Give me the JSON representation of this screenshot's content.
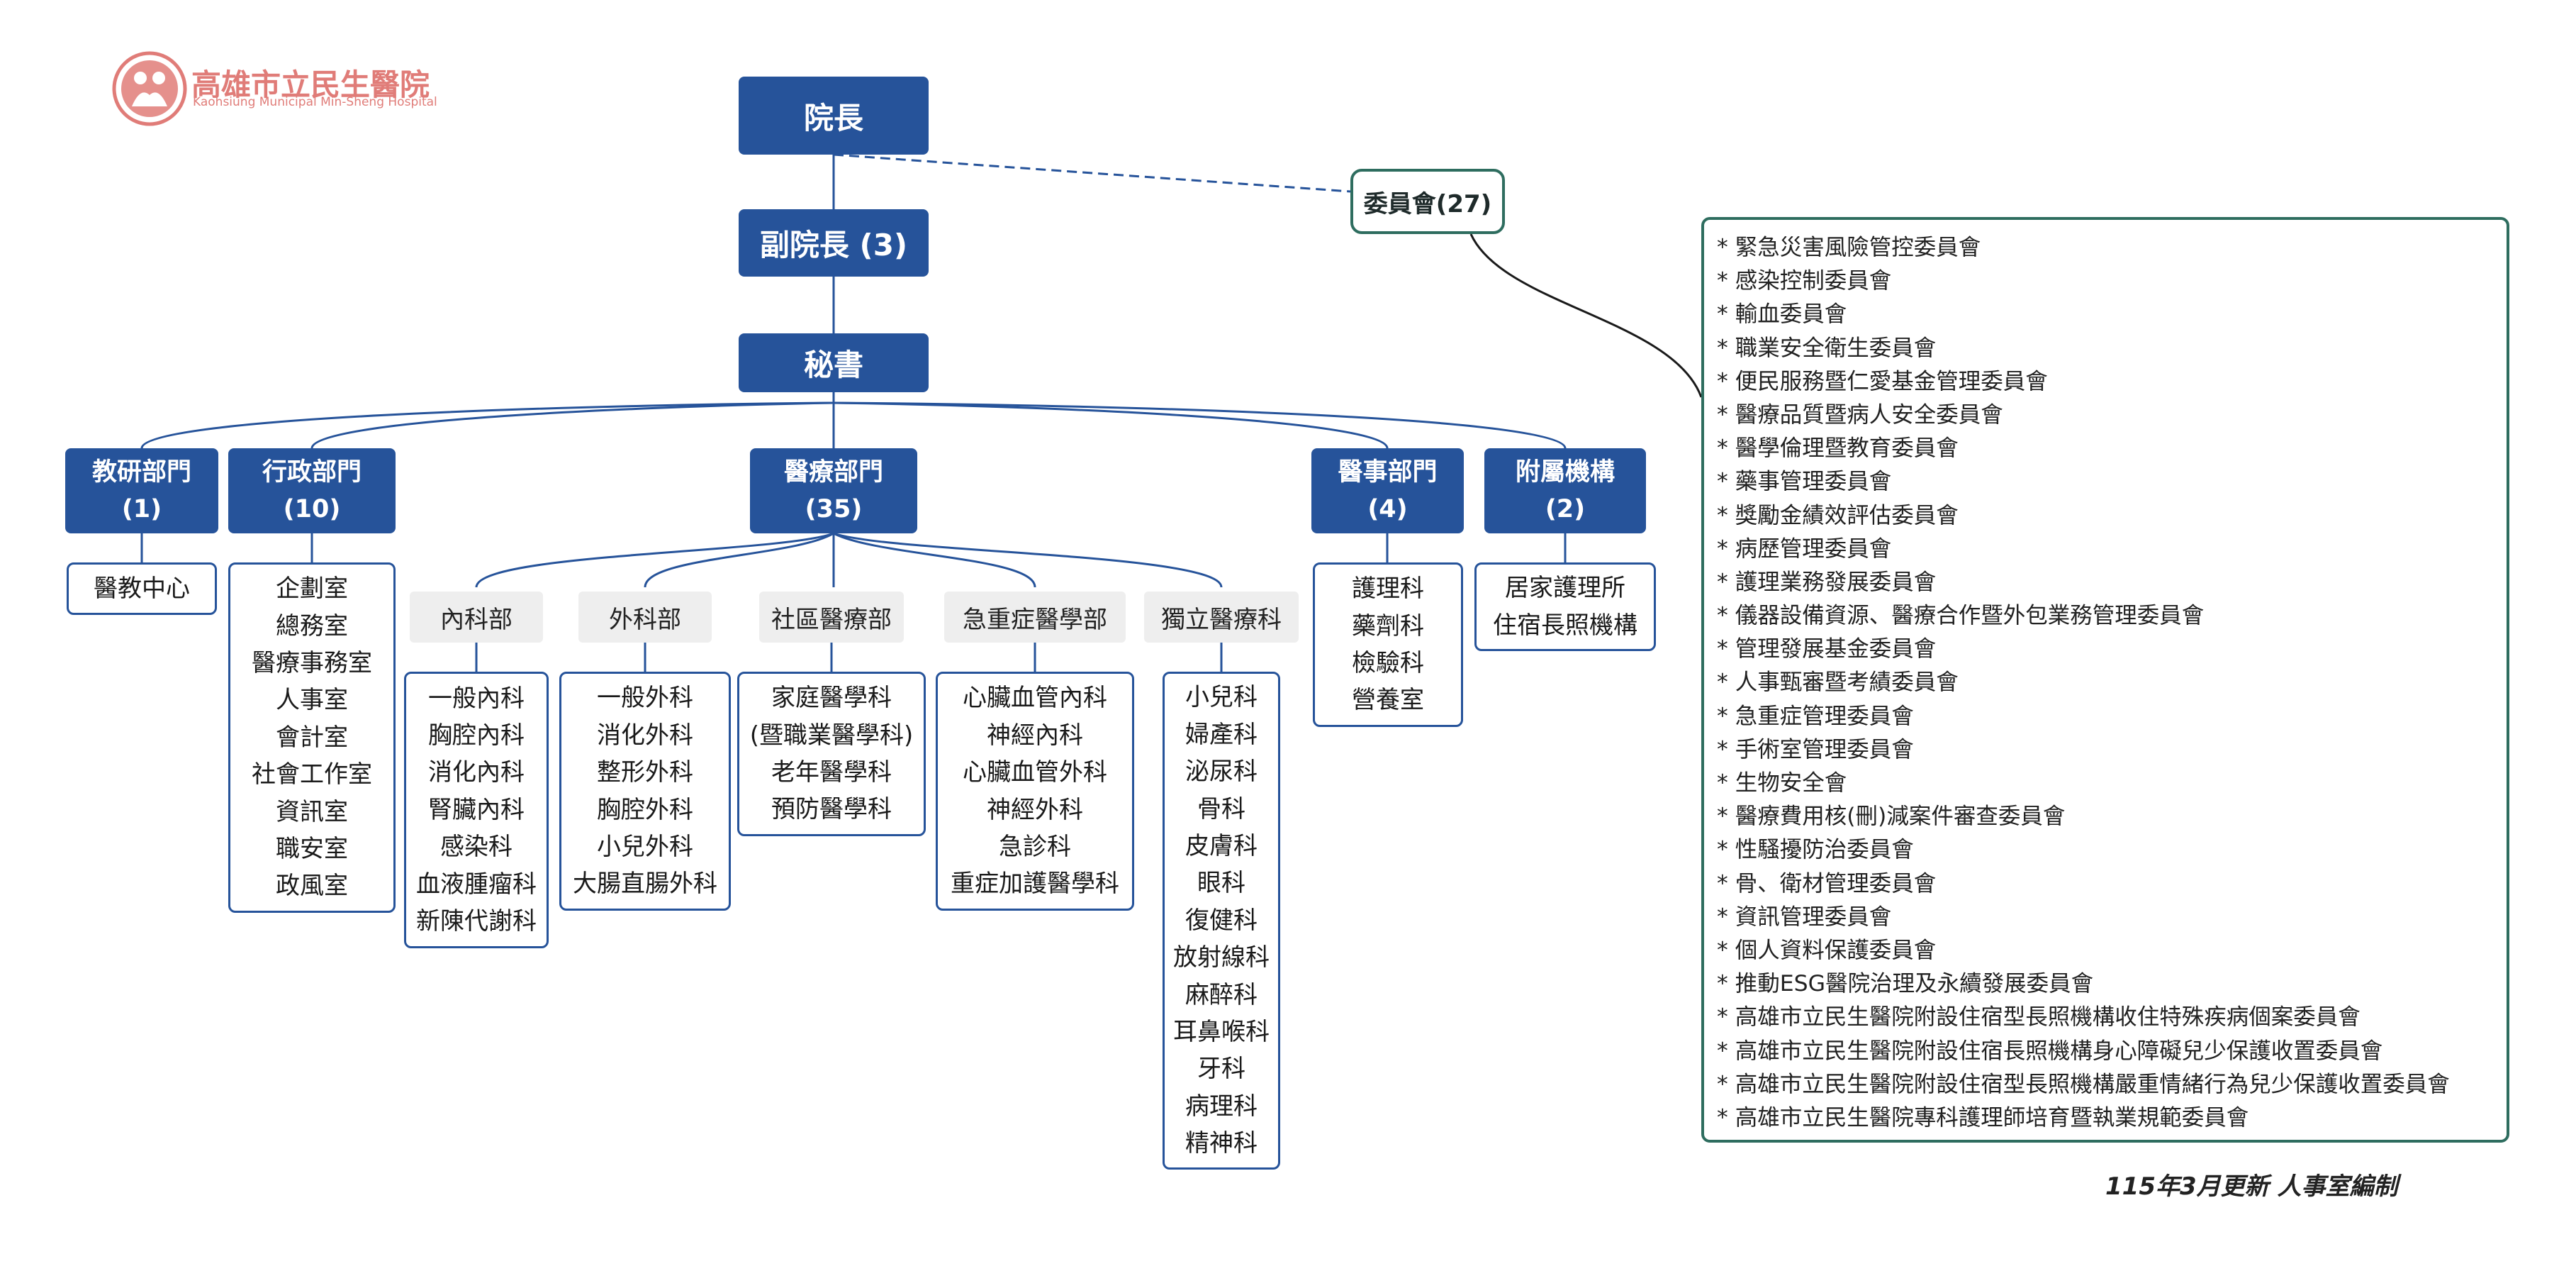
{
  "logo": {
    "name": "高雄市立民生醫院",
    "english": "Kaohsiung Municipal Min-Sheng Hospital",
    "accent_color": "#e07c78"
  },
  "colors": {
    "navy": "#26539a",
    "committee_border": "#2e6d5f",
    "sub_header_bg": "#eeeeee"
  },
  "top": {
    "director": "院長",
    "vice_director": "副院長 (3)",
    "secretary": "秘書",
    "committee": "委員會(27)"
  },
  "departments": [
    {
      "name": "教研部門",
      "count": "(1)",
      "units": [
        "醫教中心"
      ]
    },
    {
      "name": "行政部門",
      "count": "(10)",
      "units": [
        "企劃室",
        "總務室",
        "醫療事務室",
        "人事室",
        "會計室",
        "社會工作室",
        "資訊室",
        "職安室",
        "政風室"
      ]
    },
    {
      "name": "醫療部門",
      "count": "(35)"
    },
    {
      "name": "醫事部門",
      "count": "(4)",
      "units": [
        "護理科",
        "藥劑科",
        "檢驗科",
        "營養室"
      ]
    },
    {
      "name": "附屬機構",
      "count": "(2)",
      "units": [
        "居家護理所",
        "住宿長照機構"
      ]
    }
  ],
  "medical_divisions": [
    {
      "name": "內科部",
      "units": [
        "一般內科",
        "胸腔內科",
        "消化內科",
        "腎臟內科",
        "感染科",
        "血液腫瘤科",
        "新陳代謝科"
      ]
    },
    {
      "name": "外科部",
      "units": [
        "一般外科",
        "消化外科",
        "整形外科",
        "胸腔外科",
        "小兒外科",
        "大腸直腸外科"
      ]
    },
    {
      "name": "社區醫療部",
      "units": [
        "家庭醫學科",
        "(暨職業醫學科)",
        "老年醫學科",
        "預防醫學科"
      ]
    },
    {
      "name": "急重症醫學部",
      "units": [
        "心臟血管內科",
        "神經內科",
        "心臟血管外科",
        "神經外科",
        "急診科",
        "重症加護醫學科"
      ]
    },
    {
      "name": "獨立醫療科",
      "units": [
        "小兒科",
        "婦產科",
        "泌尿科",
        "骨科",
        "皮膚科",
        "眼科",
        "復健科",
        "放射線科",
        "麻醉科",
        "耳鼻喉科",
        "牙科",
        "病理科",
        "精神科"
      ]
    }
  ],
  "committees": [
    "*  緊急災害風險管控委員會",
    "* 感染控制委員會",
    "* 輸血委員會",
    "* 職業安全衛生委員會",
    "* 便民服務暨仁愛基金管理委員會",
    "* 醫療品質暨病人安全委員會",
    "* 醫學倫理暨教育委員會",
    "* 藥事管理委員會",
    "* 獎勵金績效評估委員會",
    "* 病歷管理委員會",
    "* 護理業務發展委員會",
    "* 儀器設備資源、醫療合作暨外包業務管理委員會",
    "* 管理發展基金委員會",
    "* 人事甄審暨考績委員會",
    "* 急重症管理委員會",
    "* 手術室管理委員會",
    "* 生物安全會",
    "* 醫療費用核(刪)減案件審查委員會",
    "* 性騷擾防治委員會",
    "* 骨、衛材管理委員會",
    "* 資訊管理委員會",
    "* 個人資料保護委員會",
    "* 推動ESG醫院治理及永續發展委員會",
    "* 高雄市立民生醫院附設住宿型長照機構收住特殊疾病個案委員會",
    "* 高雄市立民生醫院附設住宿長照機構身心障礙兒少保護收置委員會",
    "* 高雄市立民生醫院附設住宿型長照機構嚴重情緒行為兒少保護收置委員會",
    "* 高雄市立民生醫院專科護理師培育暨執業規範委員會"
  ],
  "footer": "115年3月更新 人事室編制"
}
